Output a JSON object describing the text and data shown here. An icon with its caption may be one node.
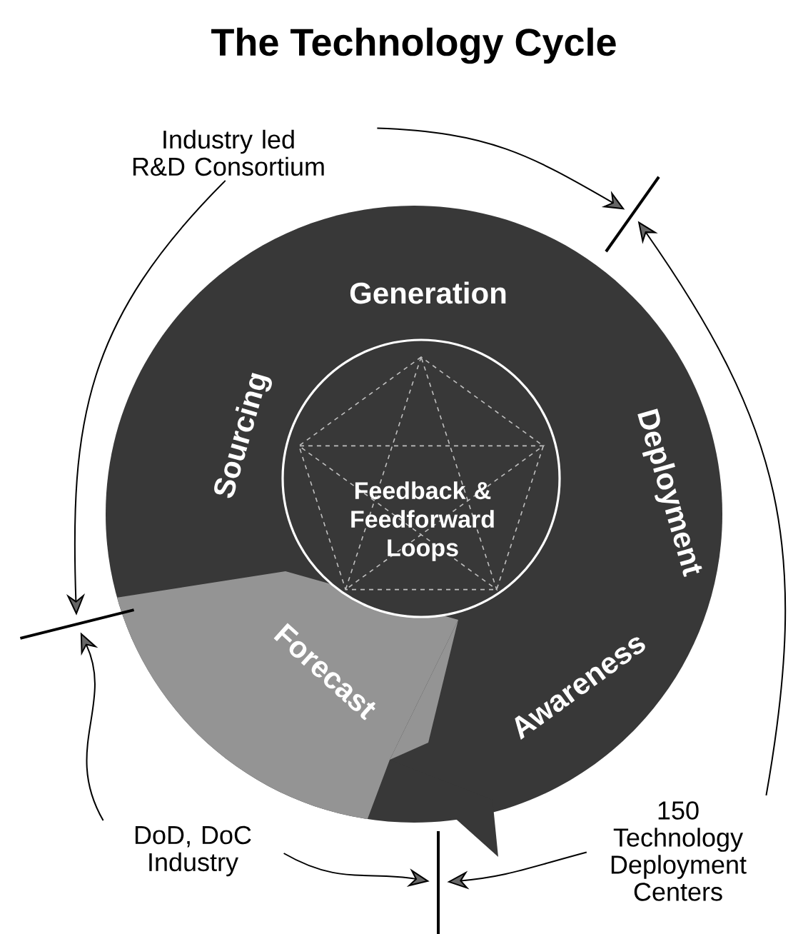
{
  "diagram": {
    "title": "The Technology Cycle",
    "nodes": [
      {
        "text": [
          "Generation",
          "Deployment",
          "Awareness",
          "Forecast",
          "Sourcing"
        ]
      },
      {
        "text": [
          "Feedback & Feedforward Loops"
        ],
        "in": 0
      },
      {
        "text": [
          "Industry led R&D Consortium"
        ]
      },
      {
        "text": [
          "DoD, DoC Industry"
        ]
      },
      {
        "text": [
          "150 Technology Deployment Centers"
        ]
      },
      {
        "text": [],
        "shape": "bar"
      },
      {
        "text": [],
        "shape": "bar"
      },
      {
        "text": [],
        "shape": "bar"
      }
    ],
    "edges": [
      {
        "from": 2,
        "to": 5,
        "arrow": "to"
      },
      {
        "from": 2,
        "to": 6,
        "arrow": "to"
      },
      {
        "from": 3,
        "to": 6,
        "arrow": "to"
      },
      {
        "from": 3,
        "to": 7,
        "arrow": "to"
      },
      {
        "from": 4,
        "to": 7,
        "arrow": "to"
      },
      {
        "from": 4,
        "to": 5,
        "arrow": "to"
      }
    ]
  }
}
